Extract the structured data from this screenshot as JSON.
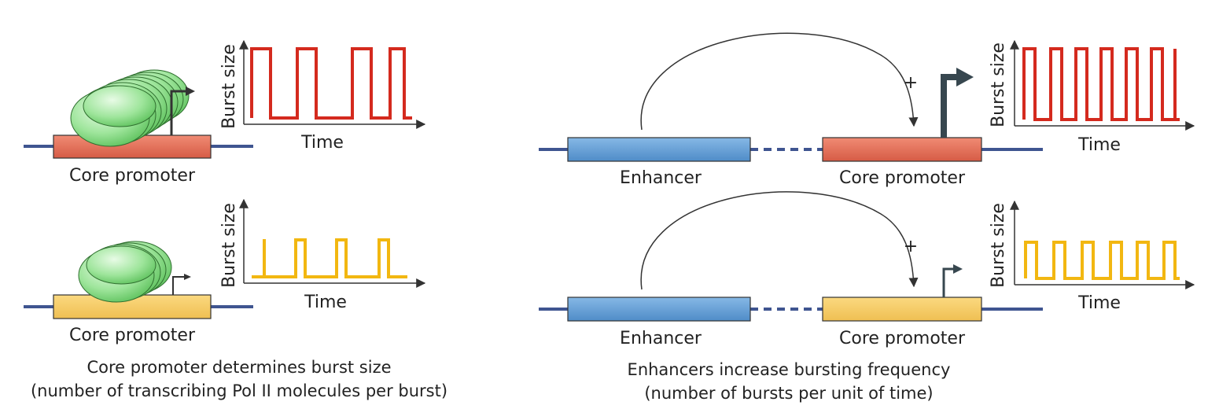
{
  "left": {
    "top_panel": {
      "promoter_label": "Core promoter",
      "y_axis": "Burst size",
      "x_axis": "Time"
    },
    "bottom_panel": {
      "promoter_label": "Core promoter",
      "y_axis": "Burst size",
      "x_axis": "Time"
    },
    "caption_line1": "Core promoter determines burst size",
    "caption_line2": "(number of transcribing Pol II molecules per burst)"
  },
  "right": {
    "top_panel": {
      "enhancer_label": "Enhancer",
      "promoter_label": "Core promoter",
      "activation_sign": "+",
      "y_axis": "Burst size",
      "x_axis": "Time"
    },
    "bottom_panel": {
      "enhancer_label": "Enhancer",
      "promoter_label": "Core promoter",
      "activation_sign": "+",
      "y_axis": "Burst size",
      "x_axis": "Time"
    },
    "caption_line1": "Enhancers increase bursting frequency",
    "caption_line2": "(number of bursts per unit of time)"
  },
  "colors": {
    "dna": "#3f5590",
    "promoter_strong": "#e0705a",
    "promoter_weak": "#f5c862",
    "enhancer": "#5d9ad4",
    "polii": "#7dd47d",
    "burst_strong": "#d42a1e",
    "burst_weak": "#f2b711",
    "arrow": "#37474f"
  }
}
